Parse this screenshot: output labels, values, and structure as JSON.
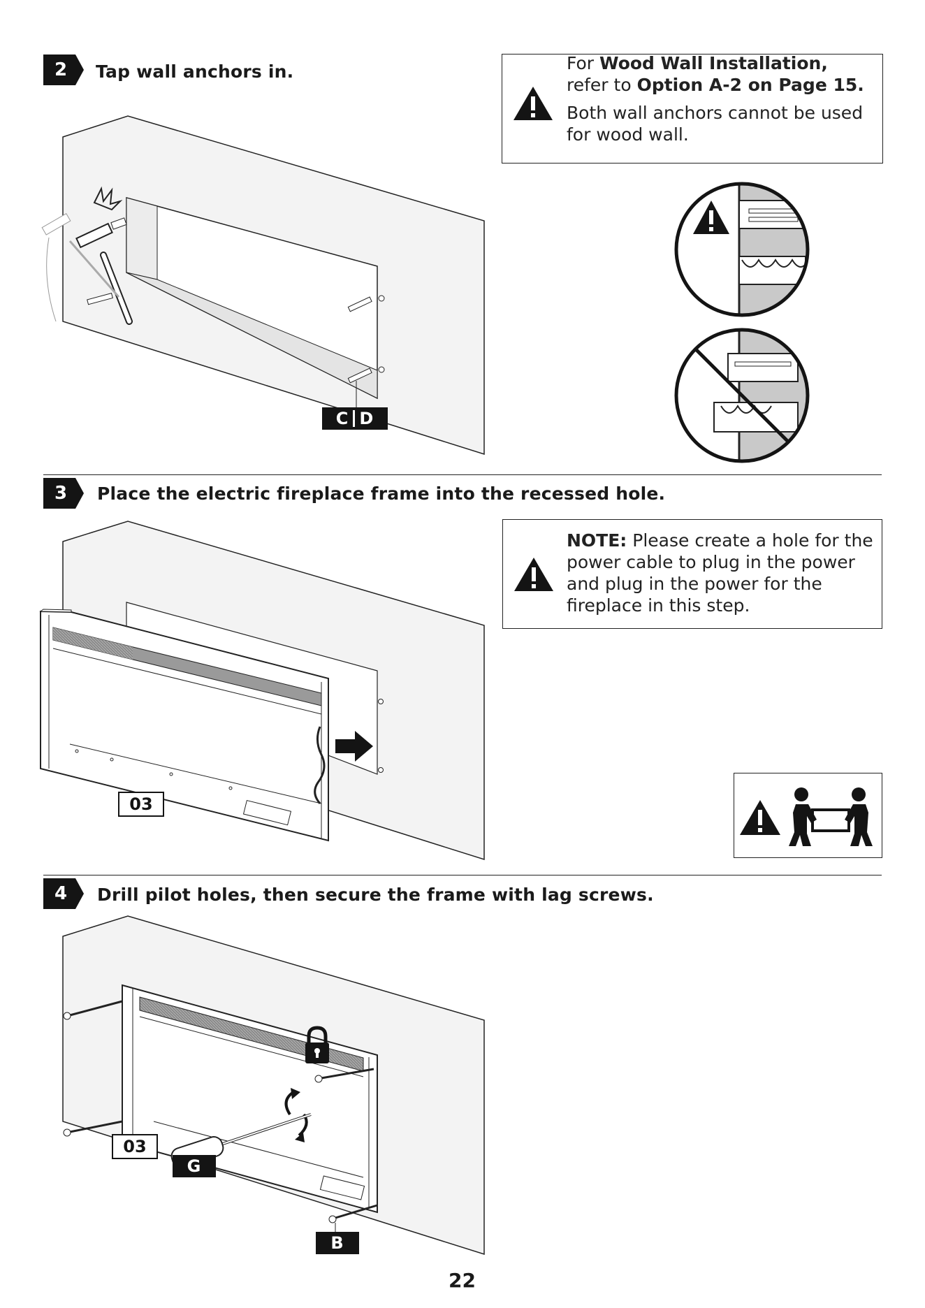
{
  "steps": [
    {
      "number": "2",
      "title": "Tap wall anchors in."
    },
    {
      "number": "3",
      "title": "Place the electric fireplace frame into the recessed hole."
    },
    {
      "number": "4",
      "title": "Drill pilot holes, then secure the frame with lag screws."
    }
  ],
  "warning_wood": {
    "line1_pre": "For ",
    "line1_bold": "Wood Wall Installation,",
    "line2_pre": "refer to ",
    "line2_bold": "Option A-2 on Page 15.",
    "line3": "Both wall anchors cannot be used for wood wall."
  },
  "note_power": {
    "label": "NOTE:",
    "text": " Please create a hole for the power cable to plug in the power and plug in the power for the fireplace in this step."
  },
  "labels": {
    "step2_part_c": "C",
    "step2_part_d": "D",
    "step3_frame": "03",
    "step4_frame": "03",
    "step4_tool": "G",
    "step4_screw": "B"
  },
  "page_number": "22",
  "icons": {
    "warning": "warning-triangle-icon",
    "two_person": "two-person-lift-icon",
    "hammer": "hammer-icon",
    "screwdriver": "screwdriver-icon",
    "lock": "padlock-icon",
    "rotate": "rotate-arrow-icon"
  }
}
